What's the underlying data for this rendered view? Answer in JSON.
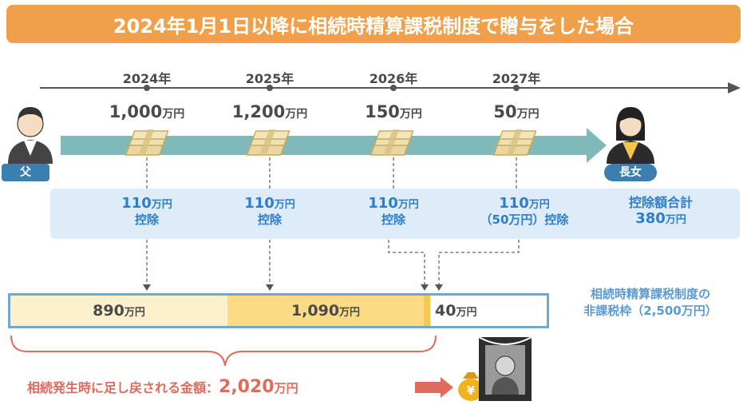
{
  "title": "2024年1月1日以降に相続時精算課税制度で贈与をした場合",
  "people": {
    "giver": "父",
    "receiver": "長女"
  },
  "years": [
    {
      "year": "2024年",
      "amount": "1,000",
      "unit": "万円",
      "deduction": "110",
      "deduction_unit": "万円",
      "deduction_note": "",
      "deduction_label": "控除"
    },
    {
      "year": "2025年",
      "amount": "1,200",
      "unit": "万円",
      "deduction": "110",
      "deduction_unit": "万円",
      "deduction_note": "",
      "deduction_label": "控除"
    },
    {
      "year": "2026年",
      "amount": "150",
      "unit": "万円",
      "deduction": "110",
      "deduction_unit": "万円",
      "deduction_note": "",
      "deduction_label": "控除"
    },
    {
      "year": "2027年",
      "amount": "50",
      "unit": "万円",
      "deduction": "110",
      "deduction_unit": "万円",
      "deduction_note": "（50万円）",
      "deduction_label": "控除"
    }
  ],
  "total_deduction": {
    "label": "控除額合計",
    "value": "380",
    "unit": "万円"
  },
  "bar_segments": [
    {
      "value": "890",
      "unit": "万円"
    },
    {
      "value": "1,090",
      "unit": "万円"
    },
    {
      "value": "40",
      "unit": "万円"
    }
  ],
  "limit_note": [
    "相続時精算課税制度の",
    "非課税枠（2,500万円）"
  ],
  "return_amount": {
    "label": "相続発生時に足し戻される金額：",
    "value": "2,020",
    "unit": "万円"
  },
  "icons": {
    "money": "money-bundle-icon",
    "yen_bag": "yen-bag-icon",
    "portrait": "memorial-portrait-icon"
  },
  "colors": {
    "title_bg": "#f0a04b",
    "arrow": "#7fb9b9",
    "deduction_text": "#2f7dc8",
    "bar_border": "#6ea7d6",
    "seg1": "#fdf0cc",
    "seg2": "#fbdc85",
    "return_text": "#e06a5c"
  }
}
